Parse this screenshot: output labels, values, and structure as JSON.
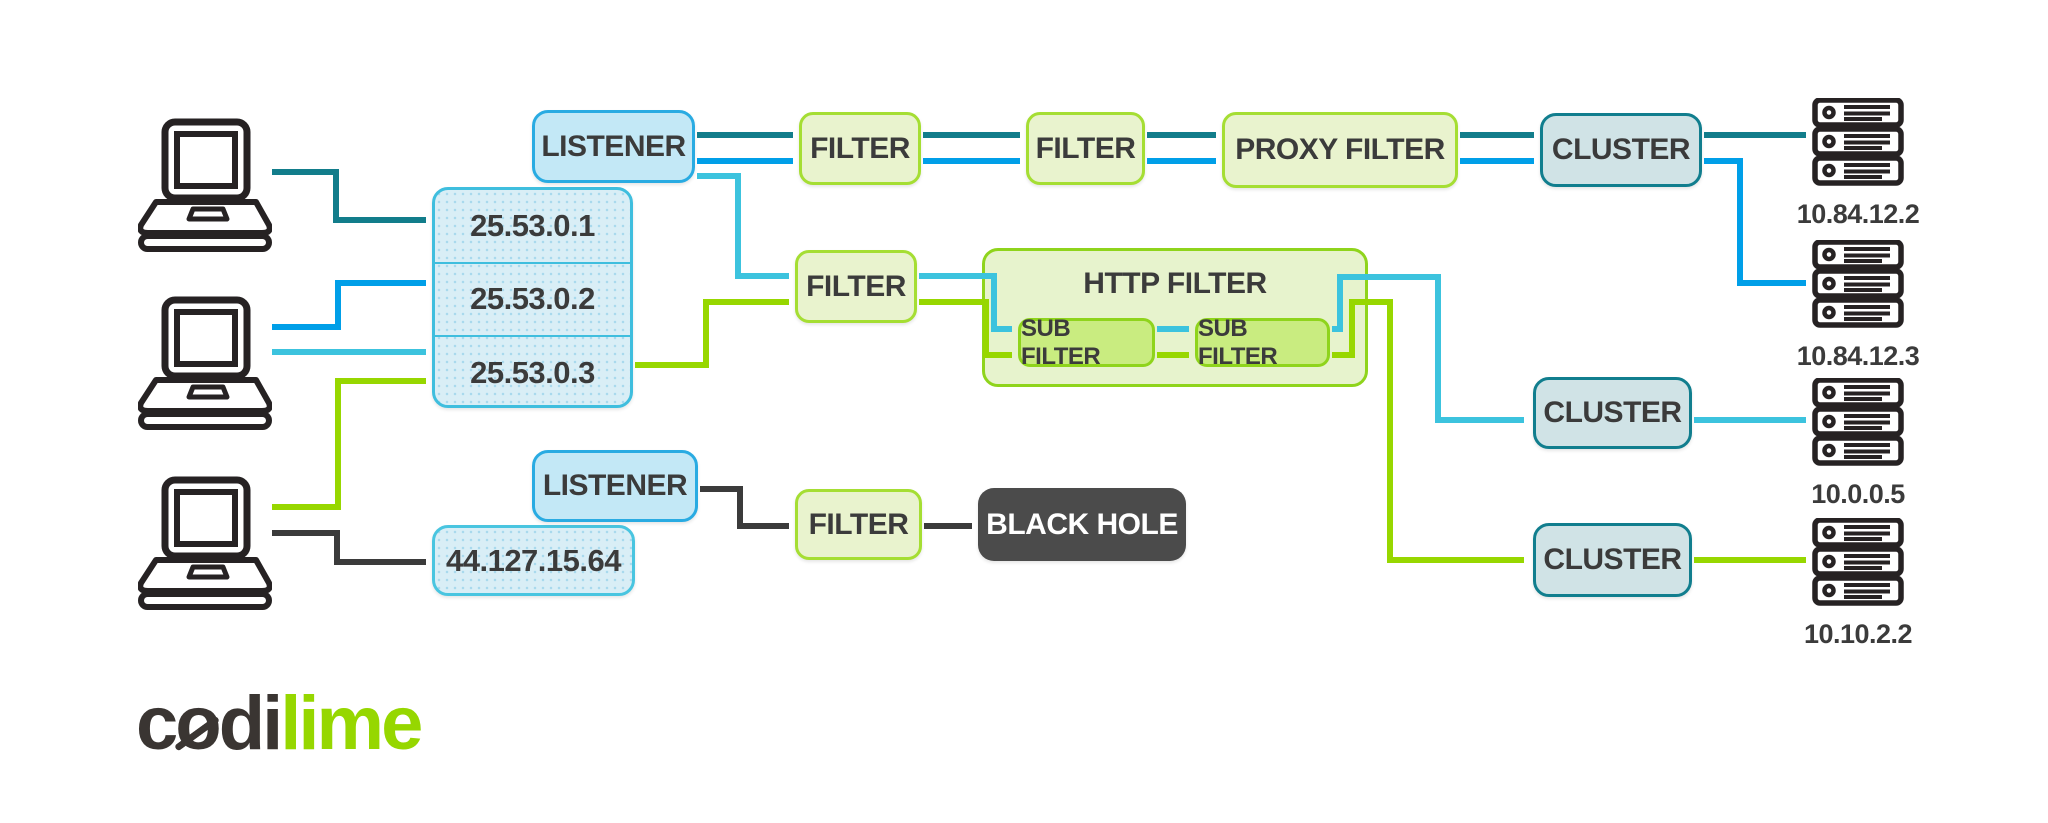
{
  "palette": {
    "teal": "#127d8b",
    "blue": "#009fe8",
    "cyan": "#3cc3de",
    "green": "#97d700",
    "dark": "#3b3b3b",
    "listener_fill": "#c3e8f6",
    "listener_border": "#29abe2",
    "ip_box_fill": "#d9eef6",
    "ip_box_border": "#3fbede",
    "filter_fill": "#e9f3ce",
    "filter_border": "#a5de33",
    "http_filter_fill": "#e7f3cd",
    "http_filter_border": "#8fd41c",
    "sub_filter_fill": "#c9ec80",
    "cluster_fill": "#d0e3e6",
    "cluster_border": "#117e8e",
    "black_hole_fill": "#4b4b4b",
    "icon_outline": "#262223"
  },
  "nodes": {
    "listener_top": "LISTENER",
    "listener_bottom": "LISTENER",
    "ip_stack": [
      "25.53.0.1",
      "25.53.0.2",
      "25.53.0.3"
    ],
    "ip_single": "44.127.15.64",
    "filter_top_1": "FILTER",
    "filter_top_2": "FILTER",
    "proxy_filter": "PROXY FILTER",
    "cluster_top": "CLUSTER",
    "filter_mid": "FILTER",
    "http_filter": "HTTP FILTER",
    "sub_filter_1": "SUB FILTER",
    "sub_filter_2": "SUB FILTER",
    "cluster_mid": "CLUSTER",
    "cluster_bottom": "CLUSTER",
    "filter_bottom": "FILTER",
    "black_hole": "BLACK HOLE",
    "servers": [
      "10.84.12.2",
      "10.84.12.3",
      "10.0.0.5",
      "10.10.2.2"
    ]
  },
  "logo": {
    "part_c": "c",
    "part_o": "o",
    "part_di": "di",
    "part_lime": "lime"
  }
}
